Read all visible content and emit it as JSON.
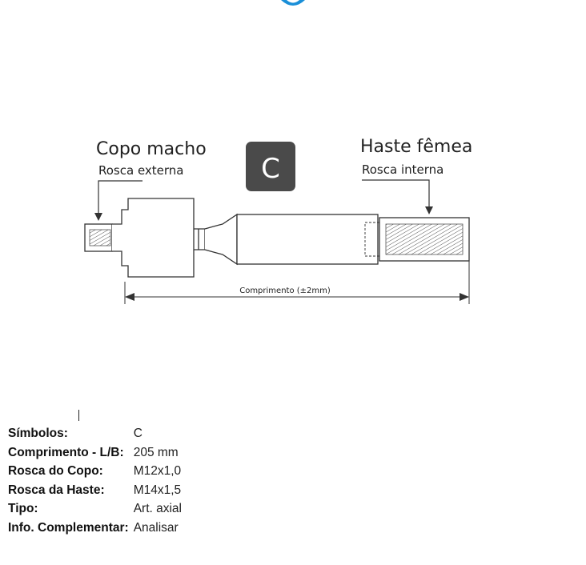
{
  "diagram": {
    "left_title": "Copo macho",
    "left_subtitle": "Rosca externa",
    "badge_letter": "C",
    "right_title": "Haste fêmea",
    "right_subtitle": "Rosca interna",
    "dimension_label": "Comprimento (±2mm)"
  },
  "specs": [
    {
      "label": "Símbolos:",
      "value": "C"
    },
    {
      "label": "Comprimento - L/B:",
      "value": "205 mm"
    },
    {
      "label": "Rosca do Copo:",
      "value": "M12x1,0"
    },
    {
      "label": "Rosca da Haste:",
      "value": "M14x1,5"
    },
    {
      "label": "Tipo:",
      "value": "Art. axial"
    },
    {
      "label": "Info. Complementar:",
      "value": "Analisar"
    }
  ],
  "colors": {
    "accent_blue": "#1a8fd8",
    "badge_bg": "#4a4a4a",
    "line": "#333333"
  }
}
